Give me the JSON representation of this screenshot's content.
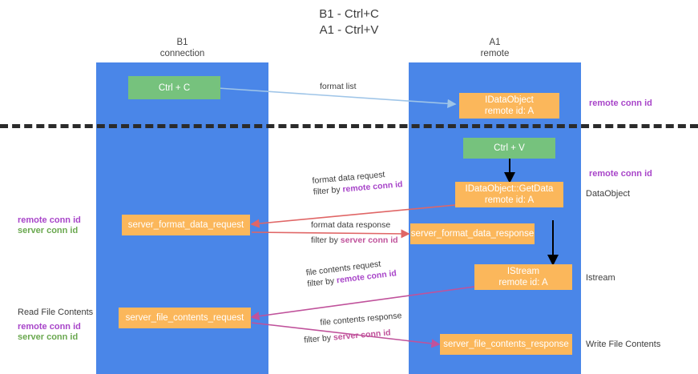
{
  "title": {
    "line1": "B1 - Ctrl+C",
    "line2": "A1 - Ctrl+V"
  },
  "lanes": {
    "b1": {
      "name": "B1",
      "sub": "connection"
    },
    "a1": {
      "name": "A1",
      "sub": "remote"
    }
  },
  "boxes": {
    "ctrl_c": {
      "label": "Ctrl + C"
    },
    "idataobject": {
      "line1": "IDataObject",
      "line2": "remote id: A"
    },
    "ctrl_v": {
      "label": "Ctrl + V"
    },
    "getdata": {
      "line1": "IDataObject::GetData",
      "line2": "remote id: A"
    },
    "server_format_data_request": {
      "label": "server_format_data_request"
    },
    "server_format_data_response": {
      "label": "server_format_data_response"
    },
    "istream": {
      "line1": "IStream",
      "line2": "remote id: A"
    },
    "server_file_contents_request": {
      "label": "server_file_contents_request"
    },
    "server_file_contents_response": {
      "label": "server_file_contents_response"
    }
  },
  "right_labels": {
    "remote_conn_id_top": "remote conn id",
    "remote_conn_id_mid": "remote conn id",
    "dataobject": "DataObject",
    "istream": "Istream",
    "write_file_contents": "Write File Contents"
  },
  "left_labels": {
    "remote_conn_id": "remote conn id",
    "server_conn_id": "server conn id",
    "read_file_contents": "Read File Contents",
    "remote_conn_id_2": "remote conn id",
    "server_conn_id_2": "server conn id"
  },
  "arrow_labels": {
    "format_list": "format list",
    "format_data_request": "format data request",
    "format_data_request_filter_prefix": "filter by ",
    "format_data_request_filter_key": "remote conn id",
    "format_data_response": "format data response",
    "format_data_response_filter_prefix": "filter by ",
    "format_data_response_filter_key": "server conn id",
    "file_contents_request": "file contents request",
    "file_contents_request_filter_prefix": "filter by ",
    "file_contents_request_filter_key": "remote conn id",
    "file_contents_response": "file contents response",
    "file_contents_response_filter_prefix": "filter by ",
    "file_contents_response_filter_key": "server conn id"
  },
  "colors": {
    "lane": "#4a86e8",
    "green_box": "#76c27d",
    "orange_box": "#fbb75b",
    "purple": "#a845c9",
    "green_text": "#6aa84f",
    "magenta": "#c0529b",
    "arrow_blue": "#9fc5e8",
    "arrow_red": "#e06666",
    "arrow_magenta": "#c0529b",
    "arrow_black": "#000000",
    "divider": "#2b2b2b"
  }
}
